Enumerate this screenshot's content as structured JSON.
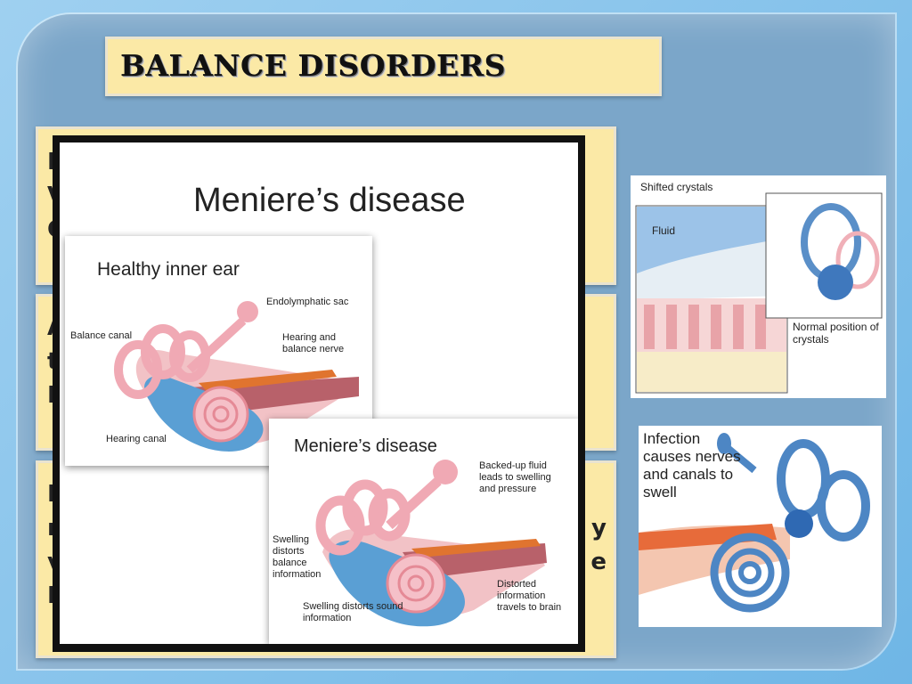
{
  "slide": {
    "title": "BALANCE DISORDERS"
  },
  "bullets": {
    "b1": {
      "chars": [
        "I",
        "V",
        "C"
      ]
    },
    "b2": {
      "chars": [
        "A",
        "t",
        "N"
      ]
    },
    "b3": {
      "chars": [
        "I",
        "n",
        "v",
        "I"
      ],
      "right_chars": [
        "y",
        "e"
      ]
    }
  },
  "main_diagram": {
    "title": "Meniere’s disease",
    "healthy": {
      "title": "Healthy inner ear",
      "labels": {
        "endolymphatic": "Endolymphatic sac",
        "balance_canal": "Balance canal",
        "hearing_nerve": "Hearing and balance nerve",
        "hearing_canal": "Hearing canal"
      }
    },
    "meniere": {
      "title": "Meniere’s disease",
      "labels": {
        "backed_up": "Backed-up fluid leads to swelling and pressure",
        "swelling_balance": "Swelling distorts balance information",
        "distorted": "Distorted information travels to brain",
        "swelling_sound": "Swelling distorts sound information"
      }
    }
  },
  "crystals_diagram": {
    "shifted": "Shifted crystals",
    "fluid": "Fluid",
    "normal": "Normal position of crystals"
  },
  "infection_diagram": {
    "text": "Infection causes nerves and canals to swell"
  },
  "colors": {
    "card": "#fbe9a6",
    "panel": "#7ba6c9",
    "canal_blue": "#4d86c4",
    "canal_pink": "#f2b8c0"
  }
}
